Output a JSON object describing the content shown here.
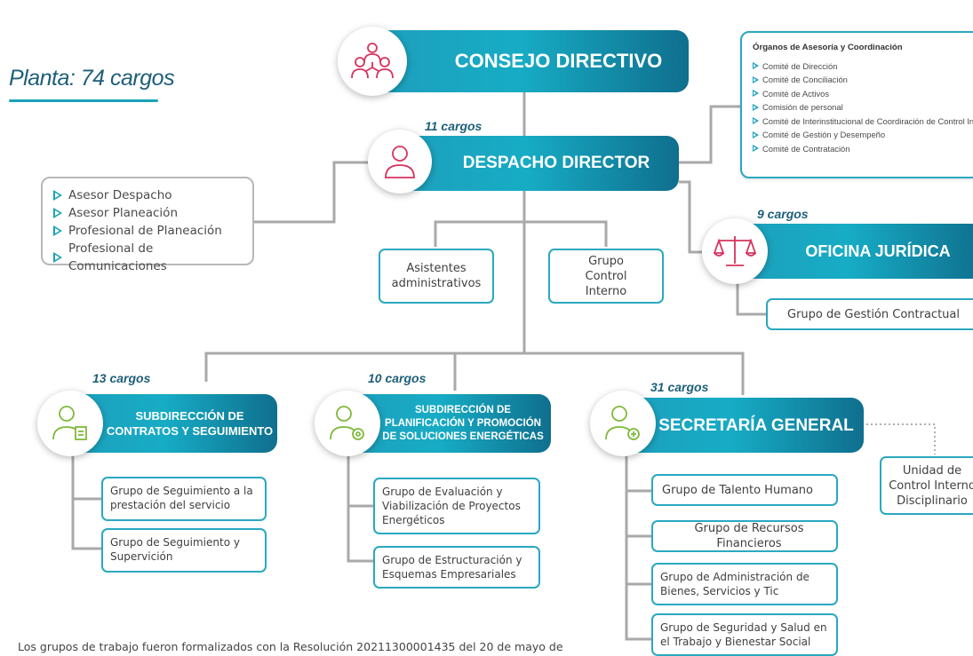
{
  "planta": "Planta: 74 cargos",
  "consejo": {
    "title": "CONSEJO DIRECTIVO",
    "icon": "group-people-icon"
  },
  "despacho": {
    "title": "DESPACHO DIRECTOR",
    "cargos": "11 cargos",
    "icon": "person-icon"
  },
  "juridica": {
    "title": "OFICINA JURÍDICA",
    "cargos": "9 cargos",
    "icon": "scales-icon",
    "group": "Grupo de Gestión Contractual"
  },
  "asesores": [
    "Asesor Despacho",
    "Asesor Planeación",
    "Profesional de Planeación",
    "Profesional de Comunicaciones"
  ],
  "organos": {
    "title": "Órganos de Asesoría y Coordinación",
    "items": [
      "Comité de Dirección",
      "Comité de Conciliación",
      "Comité de Activos",
      "Comisión de personal",
      "Comité de Interinstitucional de Coordiración de Control Interno",
      "Comité de Gestión y Desempeño",
      "Comité de Contratación"
    ]
  },
  "asistentes": "Asistentes administrativos",
  "control_interno": "Grupo Control Interno",
  "sub1": {
    "cargos": "13 cargos",
    "title": [
      "SUBDIRECCIÓN DE",
      "CONTRATOS Y SEGUIMIENTO"
    ],
    "groups": [
      "Grupo de Seguimiento a la prestación del servicio",
      "Grupo de Seguimiento y Supervición"
    ]
  },
  "sub2": {
    "cargos": "10 cargos",
    "title": [
      "SUBDIRECCIÓN DE",
      "PLANIFICACIÓN Y PROMOCIÓN",
      "DE SOLUCIONES ENERGÉTICAS"
    ],
    "groups": [
      "Grupo de Evaluación y Viabilización de Proyectos Energéticos",
      "Grupo de Estructuración y Esquemas Empresariales"
    ]
  },
  "sub3": {
    "cargos": "31 cargos",
    "title": "SECRETARÍA GENERAL",
    "groups": [
      "Grupo de Talento Humano",
      "Grupo de Recursos Financieros",
      "Grupo de Administración de Bienes, Servicios y Tic",
      "Grupo de Seguridad y Salud en el Trabajo y Bienestar Social"
    ]
  },
  "unidad": "Unidad de Control Interno Disciplinario",
  "footer": "Los grupos de trabajo fueron formalizados con la Resolución 20211300001435 del 20 de mayo de",
  "colors": {
    "accent": "#1aa1b8",
    "dark": "#0f6f8e",
    "title": "#1e5f7a",
    "red_icon": "#d6335e",
    "green_icon": "#7fb93a"
  }
}
